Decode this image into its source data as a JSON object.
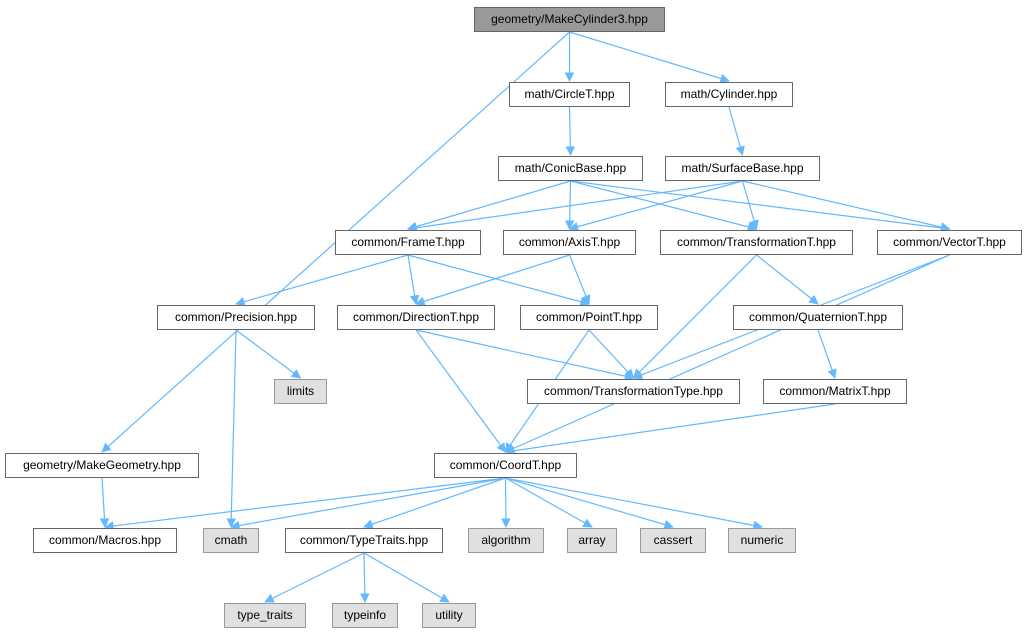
{
  "edge_color": "#63b8ff",
  "nodes": {
    "root": "geometry/MakeCylinder3.hpp",
    "circleT": "math/CircleT.hpp",
    "cylinder": "math/Cylinder.hpp",
    "conicBase": "math/ConicBase.hpp",
    "surfaceBase": "math/SurfaceBase.hpp",
    "frameT": "common/FrameT.hpp",
    "axisT": "common/AxisT.hpp",
    "transformationT": "common/TransformationT.hpp",
    "vectorT": "common/VectorT.hpp",
    "precision": "common/Precision.hpp",
    "directionT": "common/DirectionT.hpp",
    "pointT": "common/PointT.hpp",
    "quaternionT": "common/QuaternionT.hpp",
    "limits": "limits",
    "transformationType": "common/TransformationType.hpp",
    "matrixT": "common/MatrixT.hpp",
    "makeGeometry": "geometry/MakeGeometry.hpp",
    "coordT": "common/CoordT.hpp",
    "macros": "common/Macros.hpp",
    "cmath": "cmath",
    "typeTraits": "common/TypeTraits.hpp",
    "algorithm": "algorithm",
    "array": "array",
    "cassert": "cassert",
    "numeric": "numeric",
    "type_traits": "type_traits",
    "typeinfo": "typeinfo",
    "utility": "utility"
  },
  "edges": [
    [
      "root",
      "circleT"
    ],
    [
      "root",
      "cylinder"
    ],
    [
      "root",
      "makeGeometry"
    ],
    [
      "circleT",
      "conicBase"
    ],
    [
      "cylinder",
      "surfaceBase"
    ],
    [
      "conicBase",
      "frameT"
    ],
    [
      "conicBase",
      "axisT"
    ],
    [
      "conicBase",
      "transformationT"
    ],
    [
      "conicBase",
      "vectorT"
    ],
    [
      "surfaceBase",
      "frameT"
    ],
    [
      "surfaceBase",
      "axisT"
    ],
    [
      "surfaceBase",
      "transformationT"
    ],
    [
      "surfaceBase",
      "vectorT"
    ],
    [
      "frameT",
      "precision"
    ],
    [
      "frameT",
      "directionT"
    ],
    [
      "frameT",
      "pointT"
    ],
    [
      "axisT",
      "directionT"
    ],
    [
      "axisT",
      "pointT"
    ],
    [
      "transformationT",
      "quaternionT"
    ],
    [
      "transformationT",
      "transformationType"
    ],
    [
      "vectorT",
      "transformationType"
    ],
    [
      "vectorT",
      "coordT"
    ],
    [
      "precision",
      "limits"
    ],
    [
      "precision",
      "cmath"
    ],
    [
      "directionT",
      "transformationType"
    ],
    [
      "directionT",
      "coordT"
    ],
    [
      "pointT",
      "transformationType"
    ],
    [
      "pointT",
      "coordT"
    ],
    [
      "quaternionT",
      "matrixT"
    ],
    [
      "matrixT",
      "coordT"
    ],
    [
      "makeGeometry",
      "macros"
    ],
    [
      "coordT",
      "macros"
    ],
    [
      "coordT",
      "cmath"
    ],
    [
      "coordT",
      "typeTraits"
    ],
    [
      "coordT",
      "algorithm"
    ],
    [
      "coordT",
      "array"
    ],
    [
      "coordT",
      "cassert"
    ],
    [
      "coordT",
      "numeric"
    ],
    [
      "typeTraits",
      "type_traits"
    ],
    [
      "typeTraits",
      "typeinfo"
    ],
    [
      "typeTraits",
      "utility"
    ]
  ]
}
